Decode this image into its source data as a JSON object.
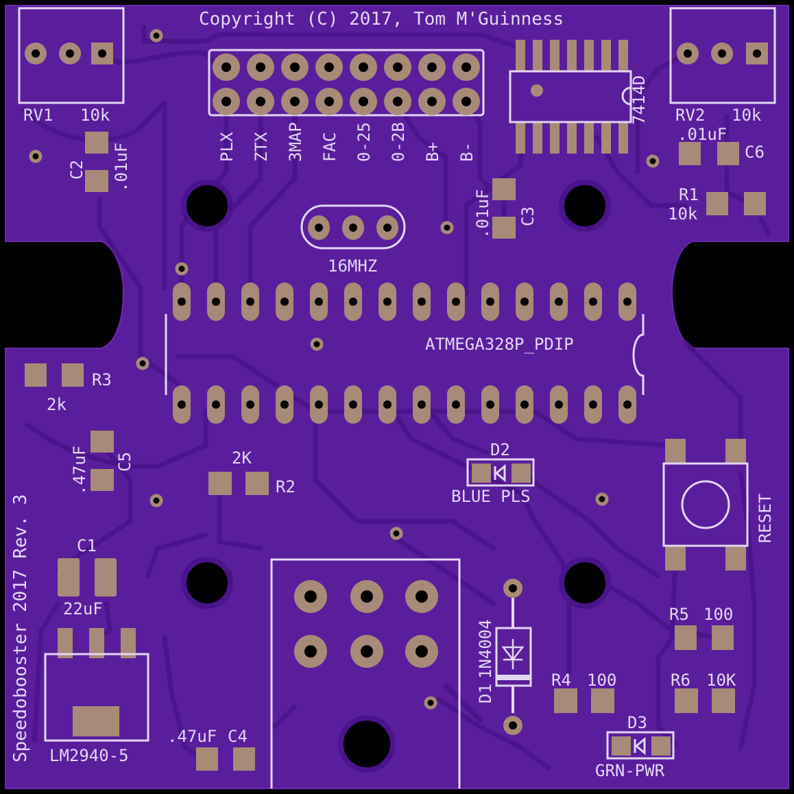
{
  "colors": {
    "board": "#5a1e9c",
    "board_dark": "#4a1486",
    "trace": "#4d168c",
    "pad": "#a88a78",
    "pad_ring": "#b8998a",
    "silk": "#e2d6f2",
    "hole": "#000000"
  },
  "copyright": "Copyright (C) 2017, Tom M'Guinness",
  "side_title": "Speedobooster 2017 Rev. 3",
  "header_labels": [
    "PLX",
    "ZTX",
    "3MAP",
    "FAC",
    "0-25",
    "0-2B",
    "B+",
    "B-"
  ],
  "components": {
    "rv1_ref": "RV1",
    "rv1_val": "10k",
    "rv2_ref": "RV2",
    "rv2_val": "10k",
    "c2_ref": "C2",
    "c2_val": ".01uF",
    "c6_ref": "C6",
    "c6_val": ".01uF",
    "r1_ref": "R1",
    "r1_val": "10k",
    "c3_ref": "C3",
    "c3_val": ".01uF",
    "ic1_val": "7414D",
    "xtal_val": "16MHZ",
    "mcu_val": "ATMEGA328P_PDIP",
    "r3_ref": "R3",
    "r3_val": "2k",
    "c5_ref": "C5",
    "c5_val": ".47uF",
    "r2_ref": "R2",
    "r2_val": "2K",
    "d2_ref": "D2",
    "d2_val": "BLUE PLS",
    "reset_val": "RESET",
    "c1_ref": "C1",
    "c1_val": "22uF",
    "d1_ref": "D1",
    "d1_val": "1N4004",
    "r5_ref": "R5",
    "r5_val": "100",
    "r4_ref": "R4",
    "r4_val": "100",
    "r6_ref": "R6",
    "r6_val": "10K",
    "d3_ref": "D3",
    "d3_val": "GRN-PWR",
    "reg_val": "LM2940-5",
    "c4_ref": "C4",
    "c4_val": ".47uF"
  }
}
